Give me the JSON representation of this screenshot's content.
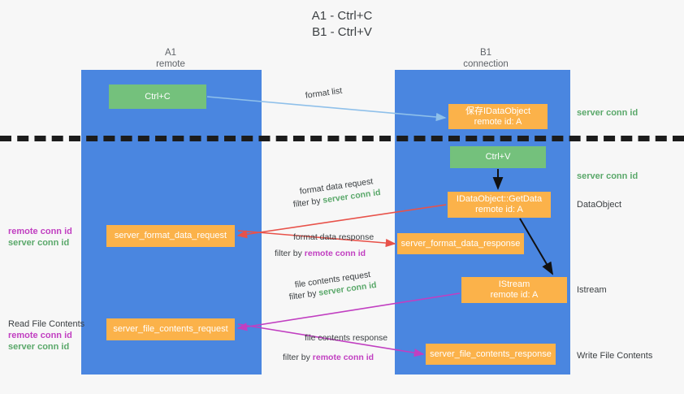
{
  "title": {
    "line1": "A1 - Ctrl+C",
    "line2": "B1 - Ctrl+V"
  },
  "lanes": [
    {
      "name": "A1",
      "sub": "remote"
    },
    {
      "name": "B1",
      "sub": "connection"
    }
  ],
  "nodes": {
    "ctrl_c": {
      "label": "Ctrl+C",
      "color": "#74c17c"
    },
    "idataobject": {
      "line1": "保存IDataObject",
      "line2": "remote id: A",
      "color": "#fbb24a"
    },
    "ctrl_v": {
      "label": "Ctrl+V",
      "color": "#74c17c"
    },
    "getdata": {
      "line1": "IDataObject::GetData",
      "line2": "remote id: A",
      "color": "#fbb24a"
    },
    "istream": {
      "line1": "IStream",
      "line2": "remote id: A",
      "color": "#fbb24a"
    },
    "server_format_data_request": {
      "label": "server_format_data_request",
      "color": "#fbb24a"
    },
    "server_format_data_response": {
      "label": "server_format_data_response",
      "color": "#fbb24a"
    },
    "server_file_contents_request": {
      "label": "server_file_contents_request",
      "color": "#fbb24a"
    },
    "server_file_contents_response": {
      "label": "server_file_contents_response",
      "color": "#fbb24a"
    }
  },
  "edges": {
    "format_list": "format list",
    "format_data_request": "format data request",
    "format_data_request_filter_prefix": "filter by ",
    "format_data_request_filter_value": "server conn id",
    "format_data_response": "format data response",
    "format_data_response_filter_prefix": "filter by ",
    "format_data_response_filter_value": "remote conn id",
    "file_contents_request": "file contents request",
    "file_contents_request_filter_prefix": "filter by ",
    "file_contents_request_filter_value": "server conn id",
    "file_contents_response": "file contents response",
    "file_contents_response_filter_prefix": "filter by ",
    "file_contents_response_filter_value": "remote conn id"
  },
  "side_notes": {
    "server_conn_id_top": "server conn id",
    "server_conn_id_mid": "server conn id",
    "dataobject": "DataObject",
    "istream": "Istream",
    "write_file_contents": "Write File Contents"
  },
  "left_notes": {
    "group1_remote": "remote conn id",
    "group1_server": "server conn id",
    "read_file_contents": "Read File Contents",
    "group2_remote": "remote conn id",
    "group2_server": "server conn id"
  },
  "colors": {
    "lane": "#4a86e0",
    "green": "#74c17c",
    "orange": "#fbb24a",
    "green_text": "#5aa86a",
    "magenta_text": "#c13fc1",
    "divider": "#1c1c1c",
    "background": "#f7f7f7",
    "arrow_light_blue": "#8fc0ea",
    "arrow_red": "#e8524a",
    "arrow_magenta": "#c13fc1",
    "arrow_black": "#111111"
  }
}
